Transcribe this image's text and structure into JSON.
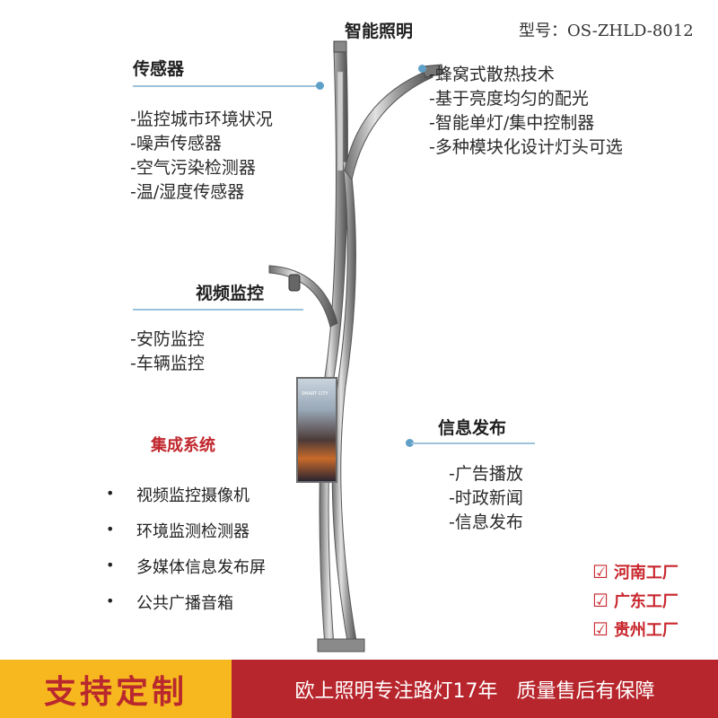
{
  "model_label": "型号：OS-ZHLD-8012",
  "top_title": "智能照明",
  "sensor": {
    "heading": "传感器",
    "items": [
      "-监控城市环境状况",
      "-噪声传感器",
      "-空气污染检测器",
      "-温/湿度传感器"
    ]
  },
  "lighting": {
    "items": [
      "-蜂窝式散热技术",
      "-基于亮度均匀的配光",
      "-智能单灯/集中控制器",
      "-多种模块化设计灯头可选"
    ]
  },
  "video": {
    "heading": "视频监控",
    "items": [
      "-安防监控",
      "-车辆监控"
    ]
  },
  "info": {
    "heading": "信息发布",
    "items": [
      "-广告播放",
      "-时政新闻",
      "-信息发布"
    ]
  },
  "integrated": {
    "title": "集成系统",
    "bullet": "•",
    "items": [
      "视频监控摄像机",
      "环境监测检测器",
      "多媒体信息发布屏",
      "公共广播音箱"
    ]
  },
  "screen_text": "SMART CITY",
  "factories": {
    "check": "☑",
    "items": [
      "河南工厂",
      "广东工厂",
      "贵州工厂"
    ]
  },
  "footer": {
    "left": "支持定制",
    "right": "欧上照明专注路灯17年   质量售后有保障"
  },
  "colors": {
    "accent_red": "#b8262d",
    "accent_yellow": "#f6b81e",
    "pointer_blue": "#5fa0c8"
  }
}
